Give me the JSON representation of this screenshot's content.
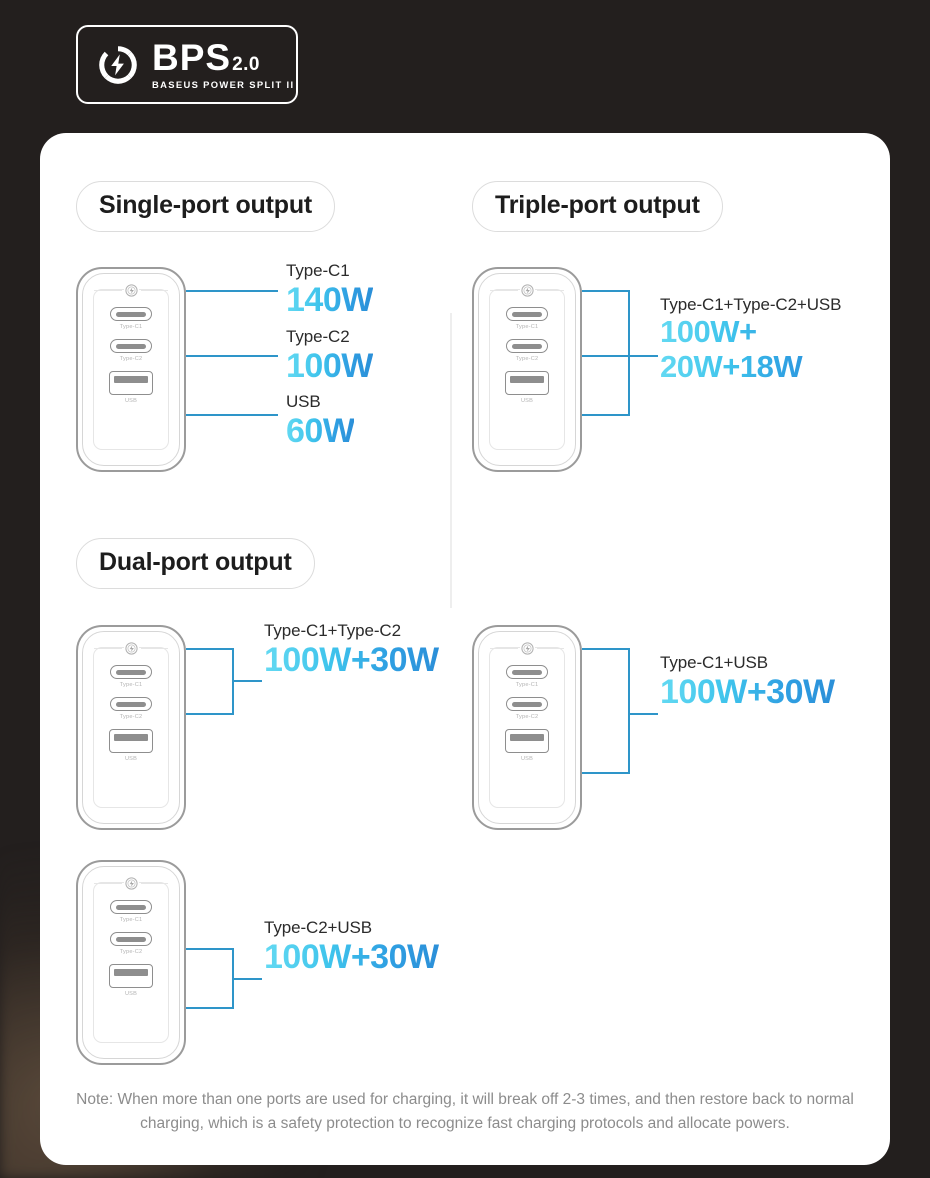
{
  "brand": {
    "name": "BPS",
    "version": "2.0",
    "subtitle": "BASEUS POWER SPLIT II",
    "mark_icon": "bolt-in-circle-icon"
  },
  "device": {
    "badge_icon": "bolt-badge-icon",
    "port_labels": {
      "c1": "Type-C1",
      "c2": "Type-C2",
      "usb": "USB"
    }
  },
  "sections": {
    "single": {
      "title": "Single-port output"
    },
    "triple": {
      "title": "Triple-port output"
    },
    "dual": {
      "title": "Dual-port output"
    }
  },
  "outputs": {
    "single": [
      {
        "name": "Type-C1",
        "watt": "140W"
      },
      {
        "name": "Type-C2",
        "watt": "100W"
      },
      {
        "name": "USB",
        "watt": "60W"
      }
    ],
    "triple": {
      "name": "Type-C1+Type-C2+USB",
      "watt_line1": "100W+",
      "watt_line2": "20W+18W"
    },
    "dual": [
      {
        "name": "Type-C1+Type-C2",
        "watt": "100W+30W"
      },
      {
        "name": "Type-C1+USB",
        "watt": "100W+30W"
      },
      {
        "name": "Type-C2+USB",
        "watt": "100W+30W"
      }
    ]
  },
  "note": "Note: When more than one ports are used for charging, it will break off 2-3 times, and then restore back to normal charging, which is a safety protection to recognize fast charging protocols and allocate powers.",
  "colors": {
    "backdrop": "#231f1e",
    "card": "#ffffff",
    "accent_light": "#63d9f2",
    "accent_dark": "#2b8fd8",
    "connector": "#2e95c9",
    "device_outline": "#9b9b9b",
    "note_text": "#8c8c8c"
  }
}
